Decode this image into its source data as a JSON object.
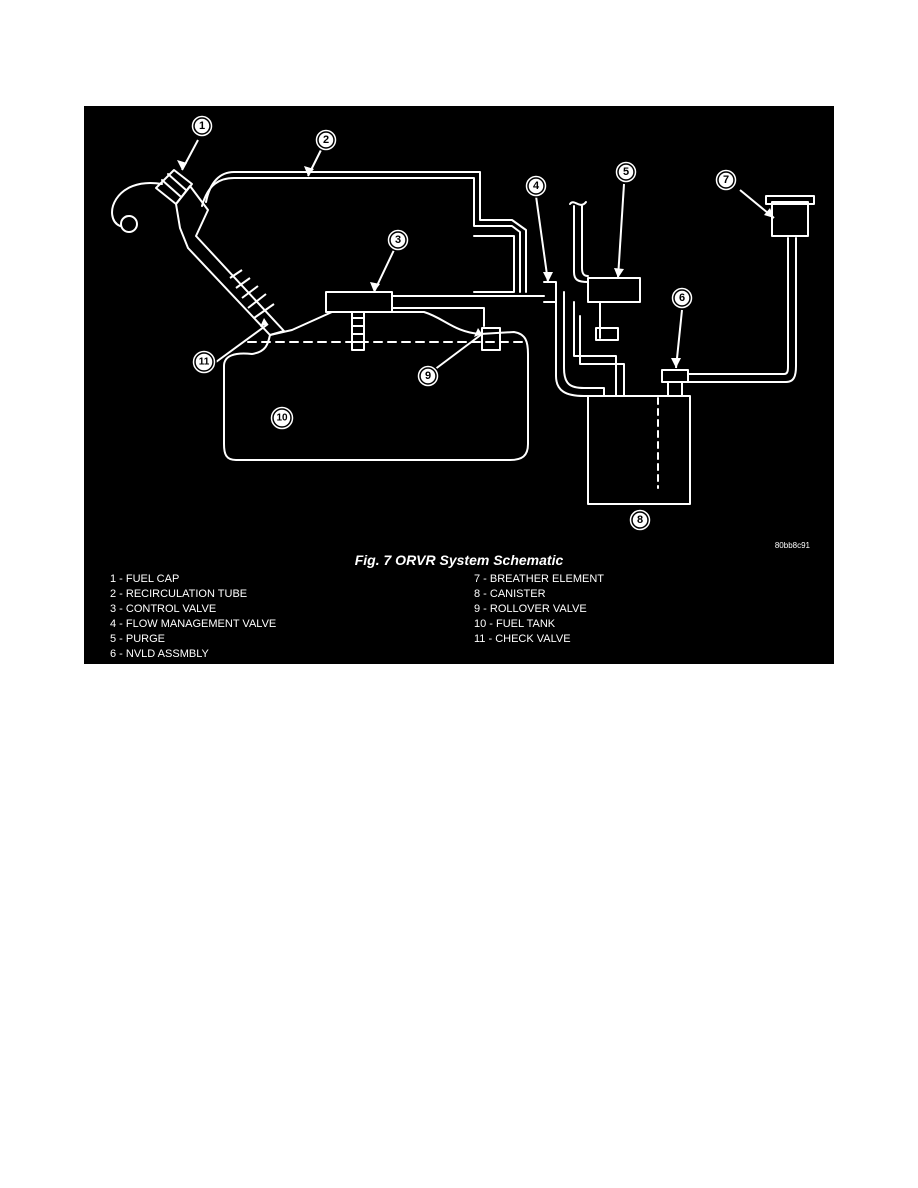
{
  "figure": {
    "caption": "Fig. 7 ORVR System Schematic",
    "figure_code": "80bb8c91",
    "callouts": [
      "1",
      "2",
      "3",
      "4",
      "5",
      "6",
      "7",
      "8",
      "9",
      "10",
      "11"
    ],
    "legend_left": [
      "1 - FUEL CAP",
      "2 - RECIRCULATION TUBE",
      "3 - CONTROL VALVE",
      "4 - FLOW MANAGEMENT VALVE",
      "5 - PURGE",
      "6 - NVLD ASSMBLY"
    ],
    "legend_right": [
      "7 - BREATHER ELEMENT",
      "8 - CANISTER",
      "9 - ROLLOVER VALVE",
      "10 - FUEL TANK",
      "11 - CHECK VALVE"
    ],
    "colors": {
      "background": "#000000",
      "line": "#ffffff",
      "page": "#ffffff"
    }
  }
}
